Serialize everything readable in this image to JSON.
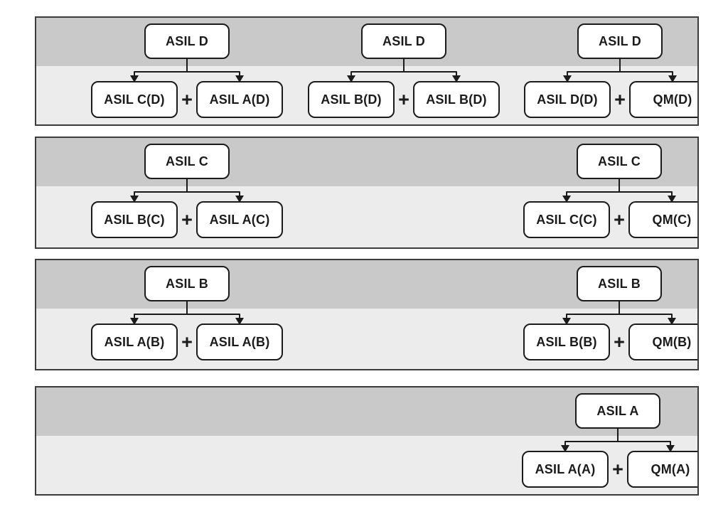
{
  "diagram": {
    "plus_label": "+",
    "colors": {
      "band_dark": "#c9c9c9",
      "band_light": "#ececec",
      "panel_border": "#3c3c3c",
      "box_fill": "#ffffff",
      "box_border": "#1b1b1b",
      "line_color": "#1b1b1b"
    },
    "panels": [
      {
        "level": "ASIL D",
        "trees": [
          {
            "parent": "ASIL D",
            "children": [
              "ASIL C(D)",
              "ASIL A(D)"
            ]
          },
          {
            "parent": "ASIL D",
            "children": [
              "ASIL B(D)",
              "ASIL B(D)"
            ]
          },
          {
            "parent": "ASIL D",
            "children": [
              "ASIL D(D)",
              "QM(D)"
            ]
          }
        ]
      },
      {
        "level": "ASIL C",
        "trees": [
          {
            "parent": "ASIL C",
            "children": [
              "ASIL B(C)",
              "ASIL A(C)"
            ]
          },
          {
            "parent": "ASIL C",
            "children": [
              "ASIL C(C)",
              "QM(C)"
            ]
          }
        ]
      },
      {
        "level": "ASIL B",
        "trees": [
          {
            "parent": "ASIL B",
            "children": [
              "ASIL A(B)",
              "ASIL A(B)"
            ]
          },
          {
            "parent": "ASIL B",
            "children": [
              "ASIL B(B)",
              "QM(B)"
            ]
          }
        ]
      },
      {
        "level": "ASIL A",
        "trees": [
          {
            "parent": "ASIL A",
            "children": [
              "ASIL A(A)",
              "QM(A)"
            ]
          }
        ]
      }
    ]
  }
}
